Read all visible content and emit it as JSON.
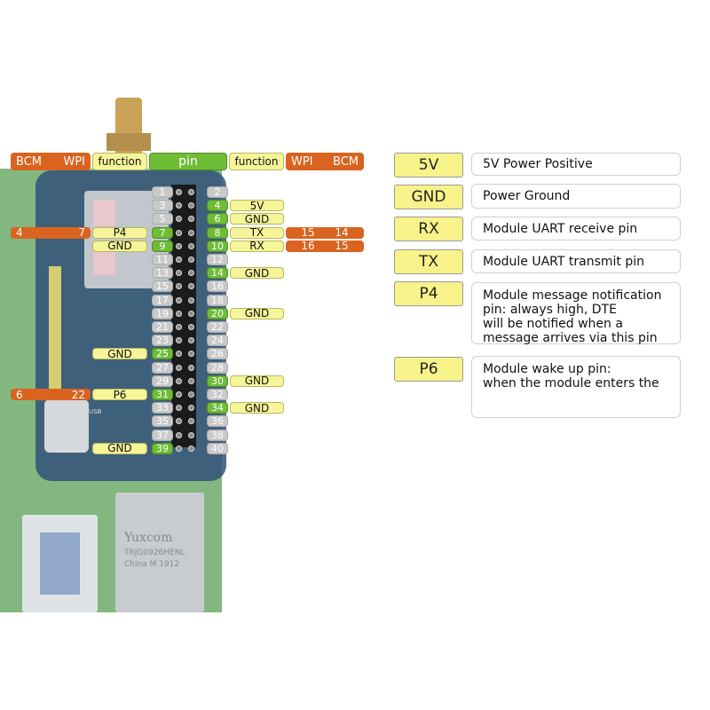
{
  "header": {
    "left_bcm": "BCM",
    "left_wpi": "WPI",
    "left_function": "function",
    "pin": "pin",
    "right_function": "function",
    "right_wpi": "WPI",
    "right_bcm": "BCM"
  },
  "pins": [
    "1",
    "2",
    "3",
    "4",
    "5",
    "6",
    "7",
    "8",
    "9",
    "10",
    "11",
    "12",
    "13",
    "14",
    "15",
    "16",
    "17",
    "18",
    "19",
    "20",
    "21",
    "22",
    "23",
    "24",
    "25",
    "26",
    "27",
    "28",
    "29",
    "30",
    "31",
    "32",
    "33",
    "34",
    "35",
    "36",
    "37",
    "38",
    "39",
    "40"
  ],
  "active_pins": [
    "4",
    "6",
    "7",
    "8",
    "9",
    "10",
    "14",
    "20",
    "25",
    "30",
    "31",
    "34",
    "39"
  ],
  "left_rows": [
    {
      "pin": "7",
      "function": "P4",
      "bcm": "4",
      "wpi": "7"
    },
    {
      "pin": "9",
      "function": "GND"
    },
    {
      "pin": "25",
      "function": "GND"
    },
    {
      "pin": "31",
      "function": "P6",
      "bcm": "6",
      "wpi": "22"
    },
    {
      "pin": "39",
      "function": "GND"
    }
  ],
  "right_rows": [
    {
      "pin": "4",
      "function": "5V"
    },
    {
      "pin": "6",
      "function": "GND"
    },
    {
      "pin": "8",
      "function": "TX",
      "wpi": "15",
      "bcm": "14"
    },
    {
      "pin": "10",
      "function": "RX",
      "wpi": "16",
      "bcm": "15"
    },
    {
      "pin": "14",
      "function": "GND"
    },
    {
      "pin": "20",
      "function": "GND"
    },
    {
      "pin": "30",
      "function": "GND"
    },
    {
      "pin": "34",
      "function": "GND"
    }
  ],
  "legend": [
    {
      "tag": "5V",
      "desc": "5V Power Positive"
    },
    {
      "tag": "GND",
      "desc": "Power Ground"
    },
    {
      "tag": "RX",
      "desc": "Module UART receive pin"
    },
    {
      "tag": "TX",
      "desc": "Module UART transmit pin"
    },
    {
      "tag": "P4",
      "desc": "Module message notification\npin: always high, DTE\nwill be notified when a\nmessage arrives via this pin"
    },
    {
      "tag": "P6",
      "desc": "Module wake up pin:\nwhen the module enters the"
    }
  ],
  "board_text": {
    "ethernet_brand": "Yuxcom",
    "ethernet_code": "TRJG0926HENL",
    "ethernet_origin": "China M 1912",
    "usb_label": "USB"
  },
  "colors": {
    "bcm_orange": "#d9631f",
    "function_yellow": "#f6f59a",
    "pin_green": "#6fbc36",
    "pin_grey": "#c9c9c9",
    "board_green": "#3f8a3c",
    "hat_blue": "#33507a"
  }
}
